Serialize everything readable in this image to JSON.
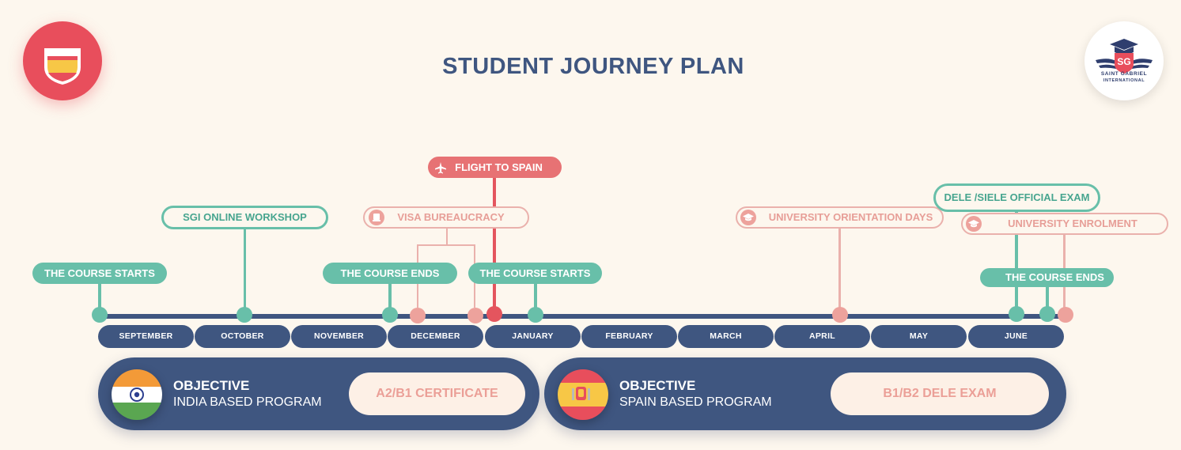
{
  "title": "STUDENT JOURNEY PLAN",
  "brand": {
    "line1": "SAINT GABRIEL",
    "line2": "INTERNATIONAL",
    "initials": "SG"
  },
  "months": [
    "SEPTEMBER",
    "OCTOBER",
    "NOVEMBER",
    "DECEMBER",
    "JANUARY",
    "FEBRUARY",
    "MARCH",
    "APRIL",
    "MAY",
    "JUNE"
  ],
  "events": {
    "course_starts_1": "THE COURSE STARTS",
    "online_workshop": "SGI ONLINE WORKSHOP",
    "visa": "VISA BUREAUCRACY",
    "course_ends_1": "THE COURSE ENDS",
    "flight": "FLIGHT TO SPAIN",
    "course_starts_2": "THE COURSE STARTS",
    "orientation": "UNIVERSITY ORIENTATION DAYS",
    "exam": "DELE /SIELE OFFICIAL EXAM",
    "enrolment": "UNIVERSITY ENROLMENT",
    "course_ends_2": "THE COURSE ENDS"
  },
  "objectives": [
    {
      "label": "OBJECTIVE",
      "program": "INDIA BASED PROGRAM",
      "certificate": "A2/B1 CERTIFICATE"
    },
    {
      "label": "OBJECTIVE",
      "program": "SPAIN BASED PROGRAM",
      "certificate": "B1/B2 DELE EXAM"
    }
  ],
  "colors": {
    "navy": "#3f5680",
    "teal": "#68bfa9",
    "coral": "#e77274",
    "pink": "#eda29c",
    "background": "#fdf7ee"
  }
}
